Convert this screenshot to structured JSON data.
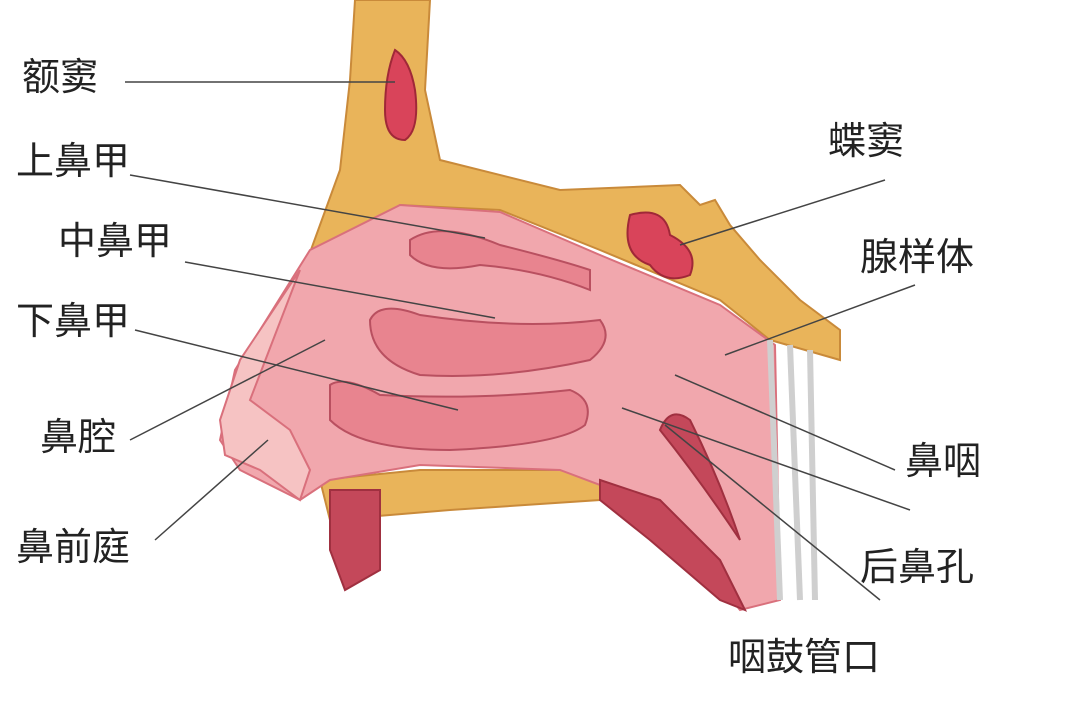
{
  "labels": {
    "frontal_sinus": "额窦",
    "superior_turbinate": "上鼻甲",
    "middle_turbinate": "中鼻甲",
    "inferior_turbinate": "下鼻甲",
    "nasal_cavity": "鼻腔",
    "nasal_vestibule": "鼻前庭",
    "sphenoid_sinus": "蝶窦",
    "adenoid": "腺样体",
    "nasopharynx": "鼻咽",
    "choana": "后鼻孔",
    "eustachian_tube_opening": "咽鼓管口"
  },
  "colors": {
    "bone": "#e9b45a",
    "mucosa": "#f1a7ad",
    "turbinate": "#e8848f",
    "sinus": "#d9445a"
  }
}
